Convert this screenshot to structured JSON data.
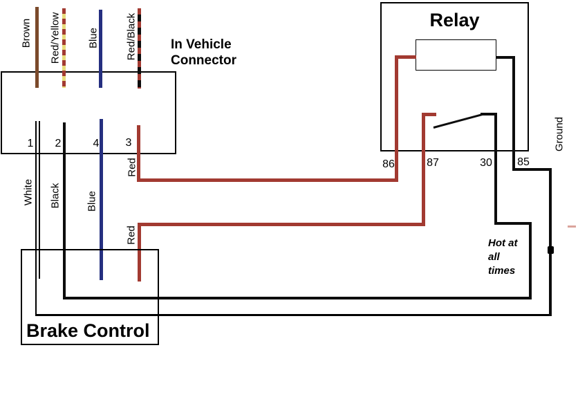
{
  "colors": {
    "wire_red": "#a23a31",
    "wire_blue": "#252f80",
    "wire_brown": "#7b4a2b",
    "wire_yellow": "#e8dc7c",
    "wire_black": "#0d0d0d"
  },
  "connector": {
    "title_line1": "In Vehicle",
    "title_line2": "Connector",
    "top_wires": [
      {
        "label": "Brown"
      },
      {
        "label": "Red/Yellow"
      },
      {
        "label": "Blue"
      },
      {
        "label": "Red/Black"
      }
    ],
    "pins": [
      {
        "number": "1",
        "wire_label": "White"
      },
      {
        "number": "2",
        "wire_label": "Black"
      },
      {
        "number": "4",
        "wire_label": "Blue"
      },
      {
        "number": "3",
        "wire_label": "Red"
      }
    ],
    "second_red_label": "Red"
  },
  "relay": {
    "title": "Relay",
    "terminals": [
      {
        "label": "86"
      },
      {
        "label": "87"
      },
      {
        "label": "30"
      },
      {
        "label": "85"
      }
    ]
  },
  "brake_control": {
    "title": "Brake Control"
  },
  "annotations": {
    "ground_label": "Ground",
    "hot_note_line1": "Hot at",
    "hot_note_line2": "all",
    "hot_note_line3": "times"
  }
}
